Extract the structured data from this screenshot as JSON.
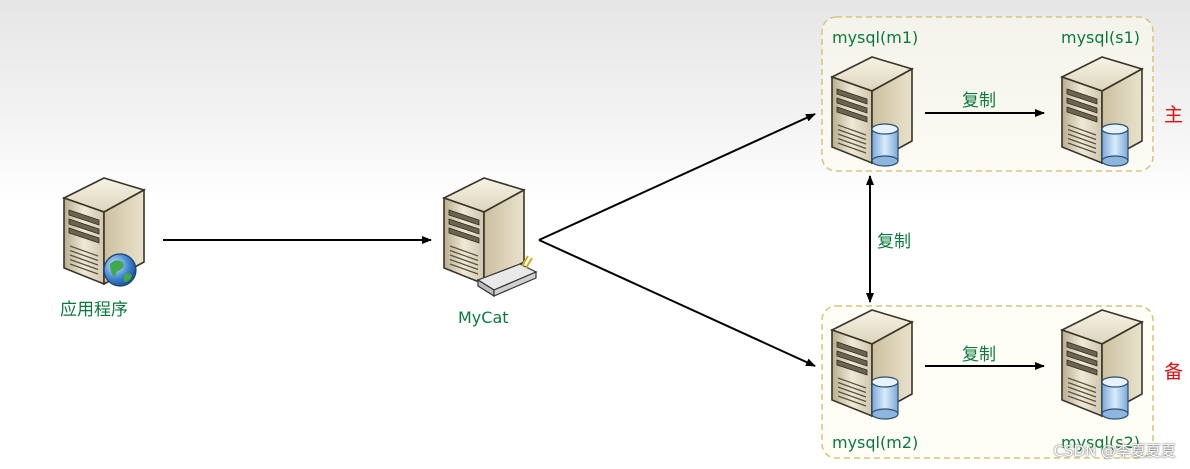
{
  "nodes": {
    "app": "应用程序",
    "mycat": "MyCat",
    "m1": "mysql(m1)",
    "s1": "mysql(s1)",
    "m2": "mysql(m2)",
    "s2": "mysql(s2)"
  },
  "edge_labels": {
    "primary_replication": "复制",
    "vertical_replication": "复制",
    "backup_replication": "复制"
  },
  "group_labels": {
    "primary": "主",
    "backup": "备"
  },
  "watermark": "CSDN @李夏夏夏",
  "colors": {
    "label_green": "#0a7a3c",
    "label_red": "#e01010",
    "group_border": "#d7c47a"
  }
}
